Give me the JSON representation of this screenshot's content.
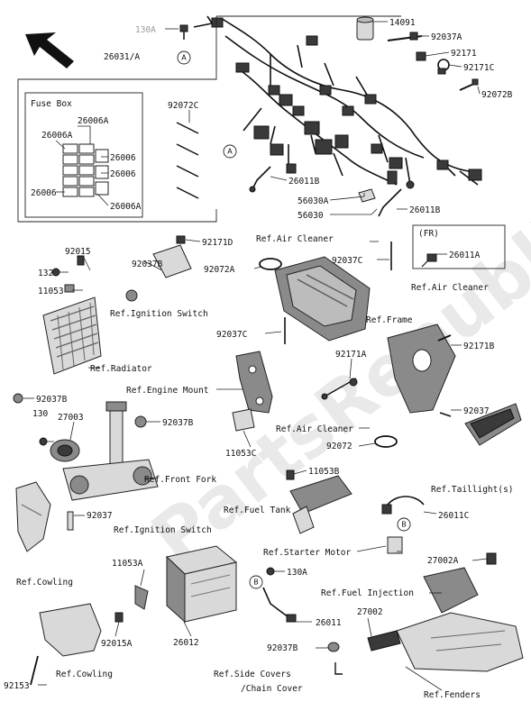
{
  "watermark": "PartsRepublik",
  "labels": {
    "p130A_top": "130A",
    "p14091": "14091",
    "p26031A": "26031/A",
    "p92037A": "92037A",
    "p92171": "92171",
    "p92171C": "92171C",
    "p92072B": "92072B",
    "p92072C": "92072C",
    "p26011B_a": "26011B",
    "p56030A": "56030A",
    "p56030": "56030",
    "p26011B_b": "26011B",
    "p26011A": "26011A",
    "fr": "(FR)",
    "p92015": "92015",
    "p92037B_a": "92037B",
    "p92171D": "92171D",
    "p132": "132",
    "p11053": "11053",
    "p92072A": "92072A",
    "p92037C_a": "92037C",
    "p92037C_b": "92037C",
    "p92171A": "92171A",
    "p92171B": "92171B",
    "p92037B_b": "92037B",
    "p130": "130",
    "p27003": "27003",
    "p92037B_c": "92037B",
    "p11053C": "11053C",
    "p92072": "92072",
    "p92037_a": "92037",
    "p11053B": "11053B",
    "p92037_b": "92037",
    "p26011C": "26011C",
    "p11053A": "11053A",
    "p130A_bot": "130A",
    "p27002A": "27002A",
    "p26012": "26012",
    "p26011": "26011",
    "p27002": "27002",
    "p92015A": "92015A",
    "p92037B_d": "92037B",
    "p92153": "92153"
  },
  "fusebox": {
    "title": "Fuse Box",
    "p26006A_1": "26006A",
    "p26006A_2": "26006A",
    "p26006_1": "26006",
    "p26006_2": "26006",
    "p26006_3": "26006",
    "p26006A_3": "26006A"
  },
  "refs": {
    "air_cleaner_1": "Ref.Air Cleaner",
    "air_cleaner_2": "Ref.Air Cleaner",
    "air_cleaner_3": "Ref.Air Cleaner",
    "ignition_switch_1": "Ref.Ignition Switch",
    "ignition_switch_2": "Ref.Ignition Switch",
    "frame": "Ref.Frame",
    "radiator": "Ref.Radiator",
    "engine_mount": "Ref.Engine Mount",
    "front_fork": "Ref.Front Fork",
    "taillight": "Ref.Taillight(s)",
    "fuel_tank": "Ref.Fuel Tank",
    "cowling_1": "Ref.Cowling",
    "cowling_2": "Ref.Cowling",
    "starter_motor": "Ref.Starter Motor",
    "fuel_injection": "Ref.Fuel Injection",
    "side_covers": "Ref.Side Covers",
    "chain_cover": "/Chain Cover",
    "fenders": "Ref.Fenders"
  },
  "markers": {
    "a1": "A",
    "a2": "A",
    "b1": "B",
    "b2": "B"
  }
}
